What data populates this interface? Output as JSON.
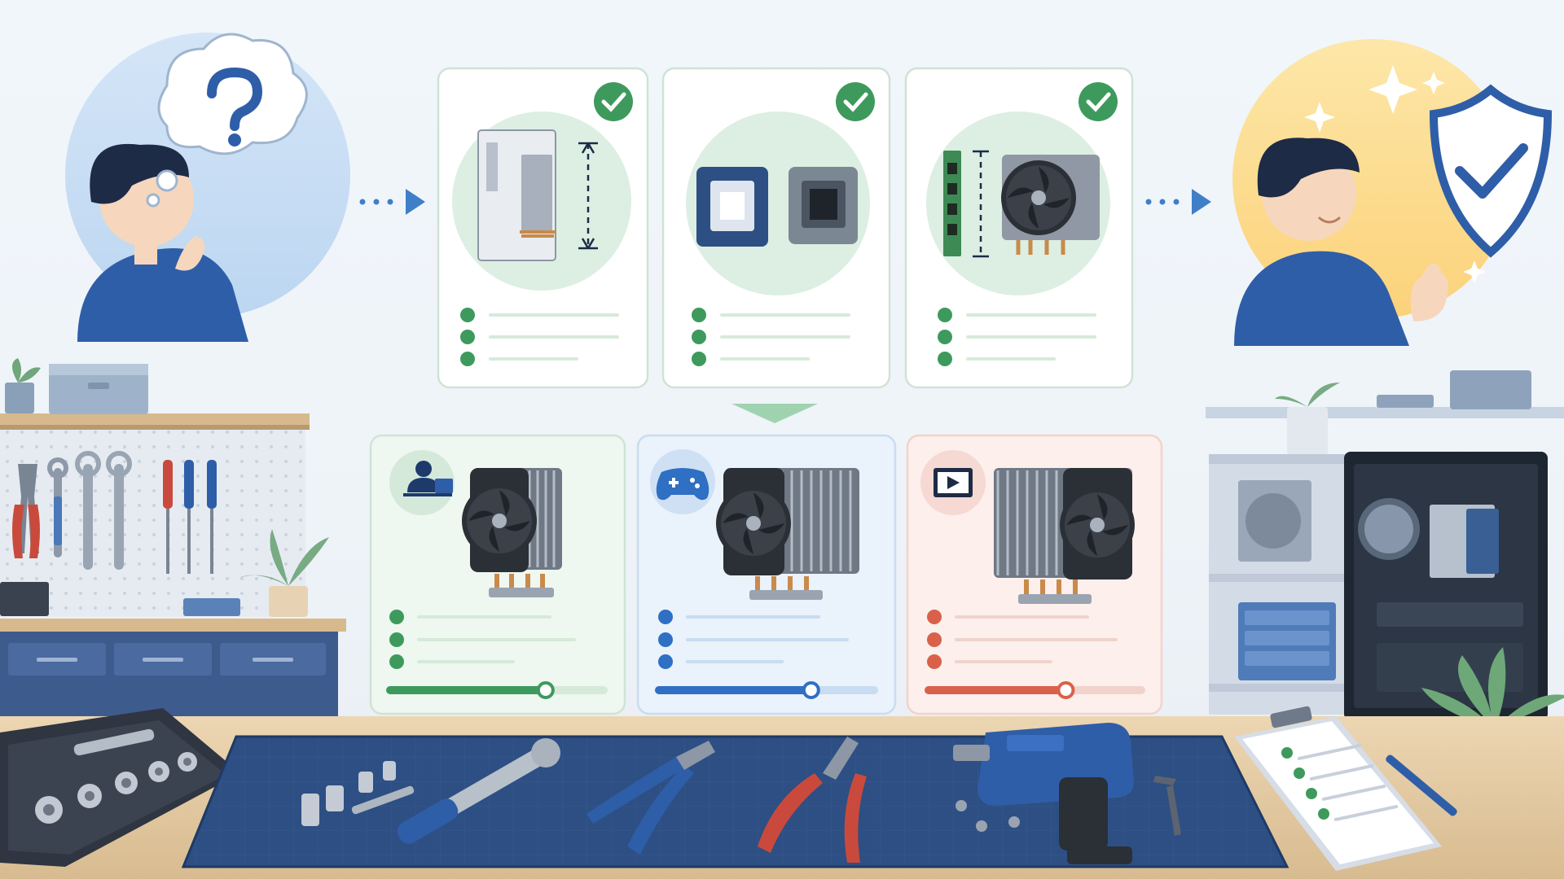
{
  "scene": {
    "flow_steps": [
      {
        "id": "case-clearance",
        "accent": "#3e9a5c",
        "checks": 3
      },
      {
        "id": "socket-compatibility",
        "accent": "#3e9a5c",
        "checks": 3
      },
      {
        "id": "ram-clearance",
        "accent": "#3e9a5c",
        "checks": 3
      }
    ],
    "cooler_options": [
      {
        "id": "office",
        "icon": "user-at-desk-icon",
        "accent": "#3e9a5c",
        "level": 0.72
      },
      {
        "id": "gaming",
        "icon": "gamepad-icon",
        "accent": "#2f6fc4",
        "level": 0.7
      },
      {
        "id": "video",
        "icon": "video-play-icon",
        "accent": "#d9614a",
        "level": 0.64
      }
    ],
    "colors": {
      "green": "#3e9a5c",
      "blue": "#2f6fc4",
      "red": "#d9614a",
      "navy": "#1e3a6b",
      "mat": "#2c4c7e",
      "wood": "#e2c9a2"
    }
  }
}
